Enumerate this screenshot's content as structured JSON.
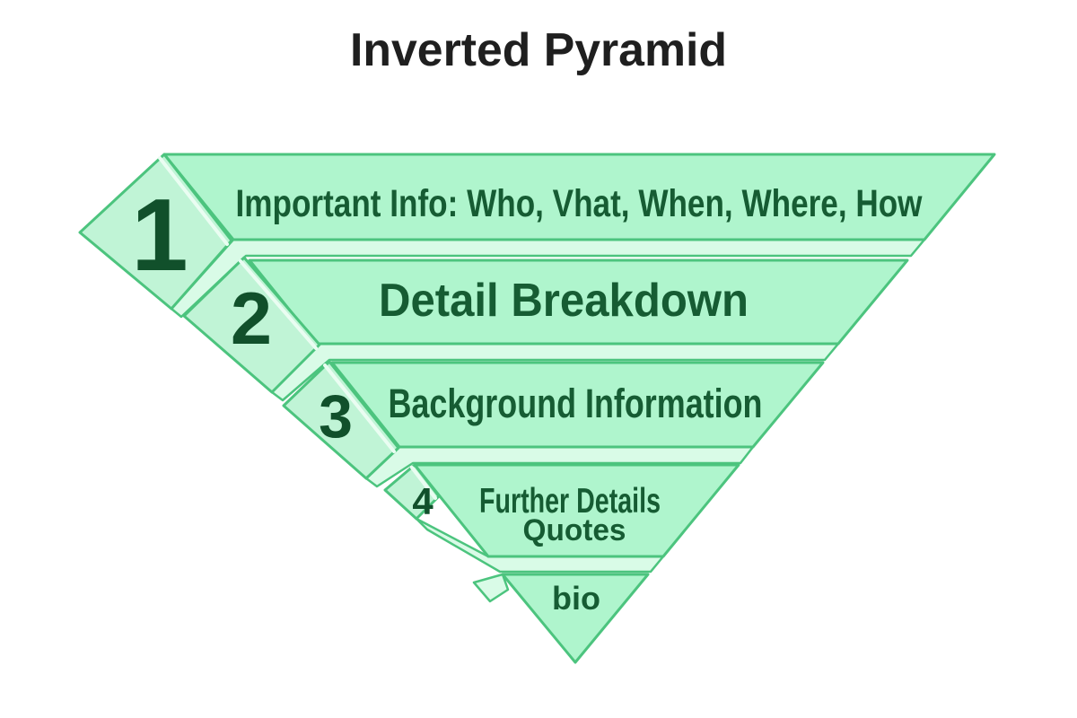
{
  "title": "Inverted Pyramid",
  "palette": {
    "background": "#ffffff",
    "band_fill": "#aff5cd",
    "diamond_fill": "#c0f4d6",
    "bevel_fill": "#d9fbe7",
    "stroke": "#4cc47e",
    "highlight": "#eafdf2",
    "text_green": "#165c33",
    "number_color": "#11502b",
    "title_color": "#1f1f1f"
  },
  "tiers": [
    {
      "number": "1",
      "label": "Important Info: Who, Vhat, When, Where, How"
    },
    {
      "number": "2",
      "label": "Detail Breakdown"
    },
    {
      "number": "3",
      "label": "Background Information"
    },
    {
      "number": "4",
      "label": "Further Details",
      "label_line2": "Quotes"
    },
    {
      "number": "",
      "label": "bio"
    }
  ]
}
